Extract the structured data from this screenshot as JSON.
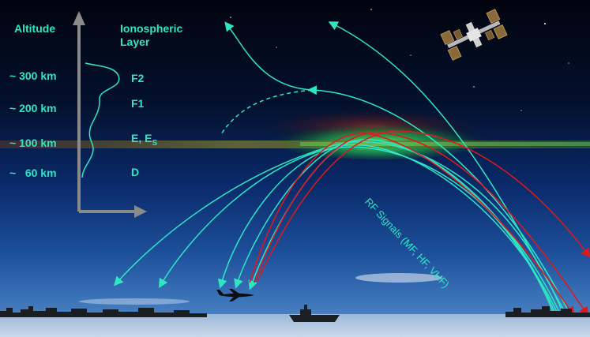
{
  "axis": {
    "title": "Altitude"
  },
  "layer_heading": {
    "line1": "Ionospheric",
    "line2": "Layer"
  },
  "layers": [
    {
      "altitude": "~ 300 km",
      "name": "F2"
    },
    {
      "altitude": "~ 200 km",
      "name": "F1"
    },
    {
      "altitude": "~ 100 km",
      "name": "E, E",
      "subscript": "S"
    },
    {
      "altitude": "~   60 km",
      "name": "D"
    }
  ],
  "signal_label": "RF Signals (MF, HF, VHF)",
  "colors": {
    "label": "#2ee6c4",
    "reflected_signal": "#2ee6c4",
    "high_freq_signal": "#e01818",
    "aurora": "#4dff6a"
  },
  "icons": [
    "space-station-icon",
    "airplane-icon",
    "ship-icon",
    "city-skyline-icon"
  ]
}
